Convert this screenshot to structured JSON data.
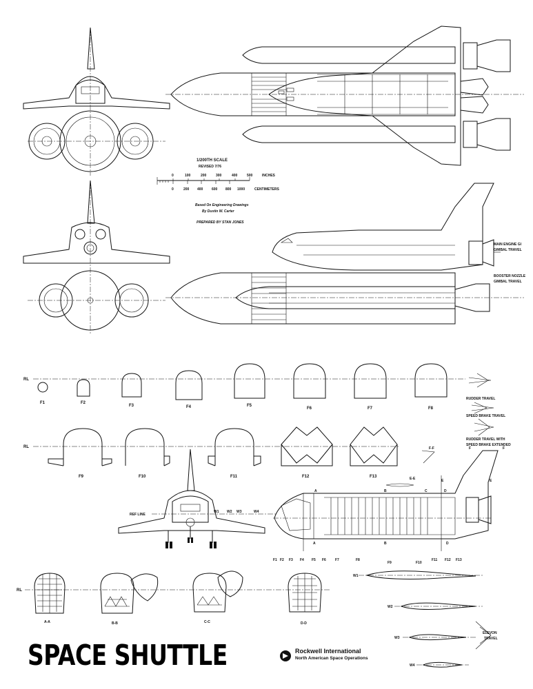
{
  "scale": {
    "title": "1/200TH SCALE",
    "revised": "REVISED 7/76",
    "inch_ticks": [
      "0",
      "100",
      "200",
      "300",
      "400",
      "500"
    ],
    "inch_unit": "INCHES",
    "cm_ticks": [
      "0",
      "200",
      "400",
      "600",
      "800",
      "1000"
    ],
    "cm_unit": "CENTIMETERS"
  },
  "credits": {
    "line1": "Based On Engineering Drawings",
    "line2": "By Dustin W. Carter",
    "prepared": "PREPARED BY STAN JONES"
  },
  "side_callouts": {
    "main_engine_1": "MAIN ENGINE GI",
    "main_engine_2": "GIMBAL TRAVEL",
    "booster_1": "BOOSTER NOZZLE",
    "booster_2": "GIMBAL TRAVEL"
  },
  "ref_lines": {
    "rl": "RL",
    "ref_line": "REF LINE"
  },
  "frames_row1": [
    "F1",
    "F2",
    "F3",
    "F4",
    "F5",
    "F6",
    "F7",
    "F8"
  ],
  "frames_row2": [
    "F9",
    "F10",
    "F11",
    "F12",
    "F13"
  ],
  "right_callouts": {
    "rudder": "RUDDER TRAVEL",
    "speed_brake": "SPEED BRAKE TRAVEL",
    "rudder_ext_1": "RUDDER TRAVEL WITH",
    "rudder_ext_2": "SPEED BRAKE EXTENDED",
    "elevon_1": "ELEVON",
    "elevon_2": "TRAVEL"
  },
  "section_marks": {
    "ff": "F-F",
    "ee": "E-E",
    "f": "F",
    "e": "E",
    "a": "A",
    "b": "B",
    "c": "C",
    "d": "D"
  },
  "wing_stations": [
    "W1",
    "W2",
    "W3",
    "W4"
  ],
  "cutaway_frames": [
    "F1",
    "F2",
    "F3",
    "F4",
    "F5",
    "F6",
    "F7",
    "F8",
    "F9",
    "F10",
    "F11",
    "F12",
    "F13"
  ],
  "sections": [
    "A-A",
    "B-B",
    "C-C",
    "D-D"
  ],
  "title": "SPACE SHUTTLE",
  "brand": {
    "name": "Rockwell International",
    "division": "North American Space Operations"
  }
}
